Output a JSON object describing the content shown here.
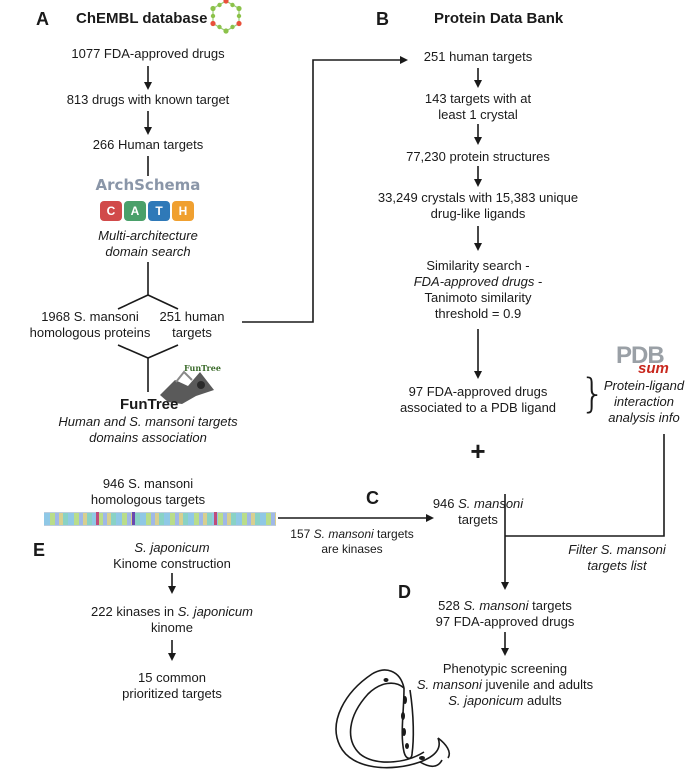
{
  "panels": {
    "a": "A",
    "b": "B",
    "c": "C",
    "d": "D",
    "e": "E"
  },
  "logos": {
    "chembl_title": "ChEMBL database",
    "pdb_title": "Protein Data Bank",
    "archschema": "ArchSchema",
    "cath": [
      "C",
      "A",
      "T",
      "H"
    ],
    "cath_colors": [
      "#d14a4a",
      "#4aa06a",
      "#2f79b8",
      "#f0a030"
    ],
    "funtree_small": "FunTree",
    "funtree_big": "FunTree",
    "pdbsum_pdb": "PDB",
    "pdbsum_sum": "sum"
  },
  "col_a": {
    "fda": "1077 FDA-approved drugs",
    "known_target": "813 drugs with known target",
    "human_targets": "266 Human targets",
    "multi_arch_1": "Multi-architecture",
    "multi_arch_2": "domain search",
    "homolog_1": "1968 S. mansoni",
    "homolog_2": "homologous  proteins",
    "human251_1": "251 human",
    "human251_2": "targets",
    "funtree_desc_1": "Human and S. mansoni targets",
    "funtree_desc_2": "domains association",
    "targets946_1": "946 S. mansoni",
    "targets946_2": "homologous targets"
  },
  "col_b": {
    "human251": "251 human targets",
    "crystal_1": "143 targets with at",
    "crystal_2": "least 1 crystal",
    "structures": "77,230 protein structures",
    "crystals_1": "33,249 crystals with 15,383 unique",
    "crystals_2": "drug-like ligands",
    "sim_1": "Similarity search -",
    "sim_2": "FDA-approved drugs",
    "sim_2_dash": " -",
    "sim_3": "Tanimoto similarity",
    "sim_4": "threshold = 0.9",
    "fda97_1": "97 FDA-approved drugs",
    "fda97_2": "associated to a PDB ligand",
    "brace": "}",
    "interaction_1": "Protein-ligand",
    "interaction_2": "interaction",
    "interaction_3": "analysis info",
    "plus": "+",
    "mansoni_num": "946",
    "mansoni_name": "S. mansoni",
    "mansoni_2": "targets",
    "filter_1": "Filter S. mansoni",
    "filter_2": "targets list"
  },
  "col_c": {
    "kinases_num": "157",
    "kinases_name": "S. mansoni",
    "kinases_rest": " targets",
    "kinases_2": "are kinases"
  },
  "col_d": {
    "targets528_num": "528",
    "targets528_name": "S. mansoni",
    "targets528_rest": " targets",
    "drugs97": "97 FDA-approved drugs",
    "pheno": "Phenotypic screening",
    "pheno_2_name": "S. mansoni",
    "pheno_2_rest": " juvenile and adults",
    "pheno_3_name": "S. japonicum",
    "pheno_3_rest": " adults"
  },
  "col_e": {
    "japonicum": "S. japonicum",
    "kinome": "Kinome  construction",
    "kinases222_1_a": "222 kinases in ",
    "kinases222_1_b": "S. japonicum",
    "kinases222_2": "kinome",
    "common_1": "15 common",
    "common_2": "prioritized targets"
  }
}
